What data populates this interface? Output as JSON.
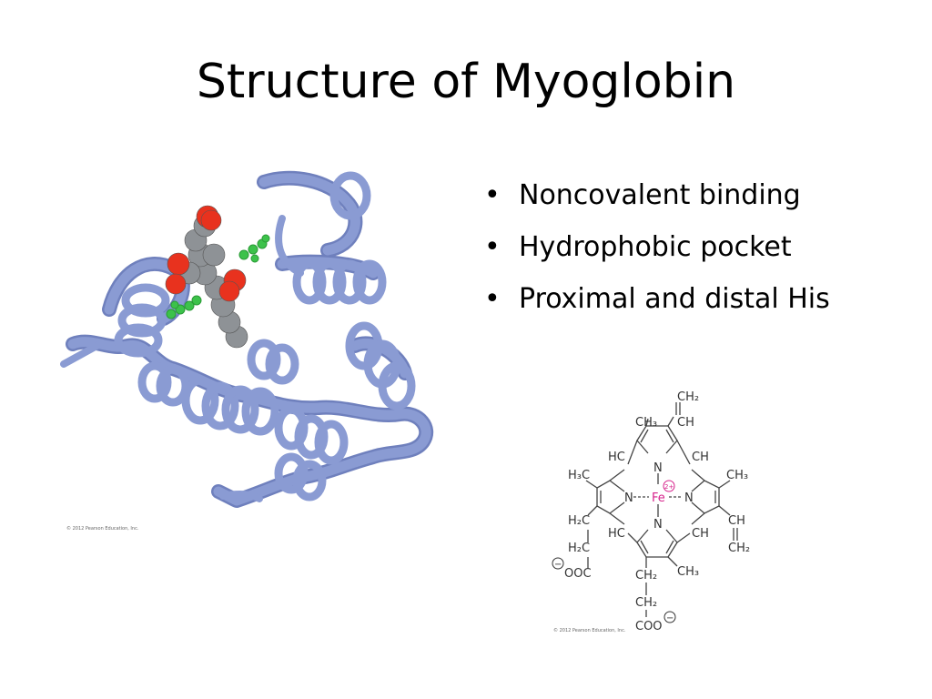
{
  "title": "Structure of Myoglobin",
  "bullets": [
    {
      "marker": "•",
      "text": "Noncovalent binding"
    },
    {
      "marker": "•",
      "text": "Hydrophobic pocket"
    },
    {
      "marker": "•",
      "text": "Proximal and distal His"
    }
  ],
  "protein_figure": {
    "credit": "© 2012 Pearson Education, Inc.",
    "ribbon_color": "#8a9bd3",
    "heme_colors": {
      "carbon": "#8e9296",
      "oxygen": "#e8321e",
      "histidine": "#3cc24a"
    }
  },
  "heme_figure": {
    "credit": "© 2012 Pearson Education, Inc.",
    "iron_label": "Fe",
    "iron_charge": "2+",
    "iron_color": "#d6228b",
    "labels": {
      "top_vinyl_ch2": "CH₂",
      "top_vinyl_ch": "CH",
      "top_methyl": "CH₃",
      "hc_top_left": "HC",
      "ch_top_right": "CH",
      "left_methyl": "H₃C",
      "right_methyl": "CH₃",
      "n_top": "N",
      "n_left": "N",
      "n_right": "N",
      "n_bottom": "N",
      "hc_bottom_left": "HC",
      "ch_bottom_right": "CH",
      "right_vinyl_ch": "CH",
      "right_vinyl_ch2": "CH₂",
      "left_chain_ch2_a": "H₂C",
      "left_chain_ch2_b": "H₂C",
      "left_carboxylate": "OOC",
      "bottom_chain_ch2_a": "CH₂",
      "bottom_chain_ch2_b": "CH₂",
      "bottom_carboxylate": "COO",
      "bottom_methyl": "CH₃",
      "negative_charge": "−"
    }
  }
}
